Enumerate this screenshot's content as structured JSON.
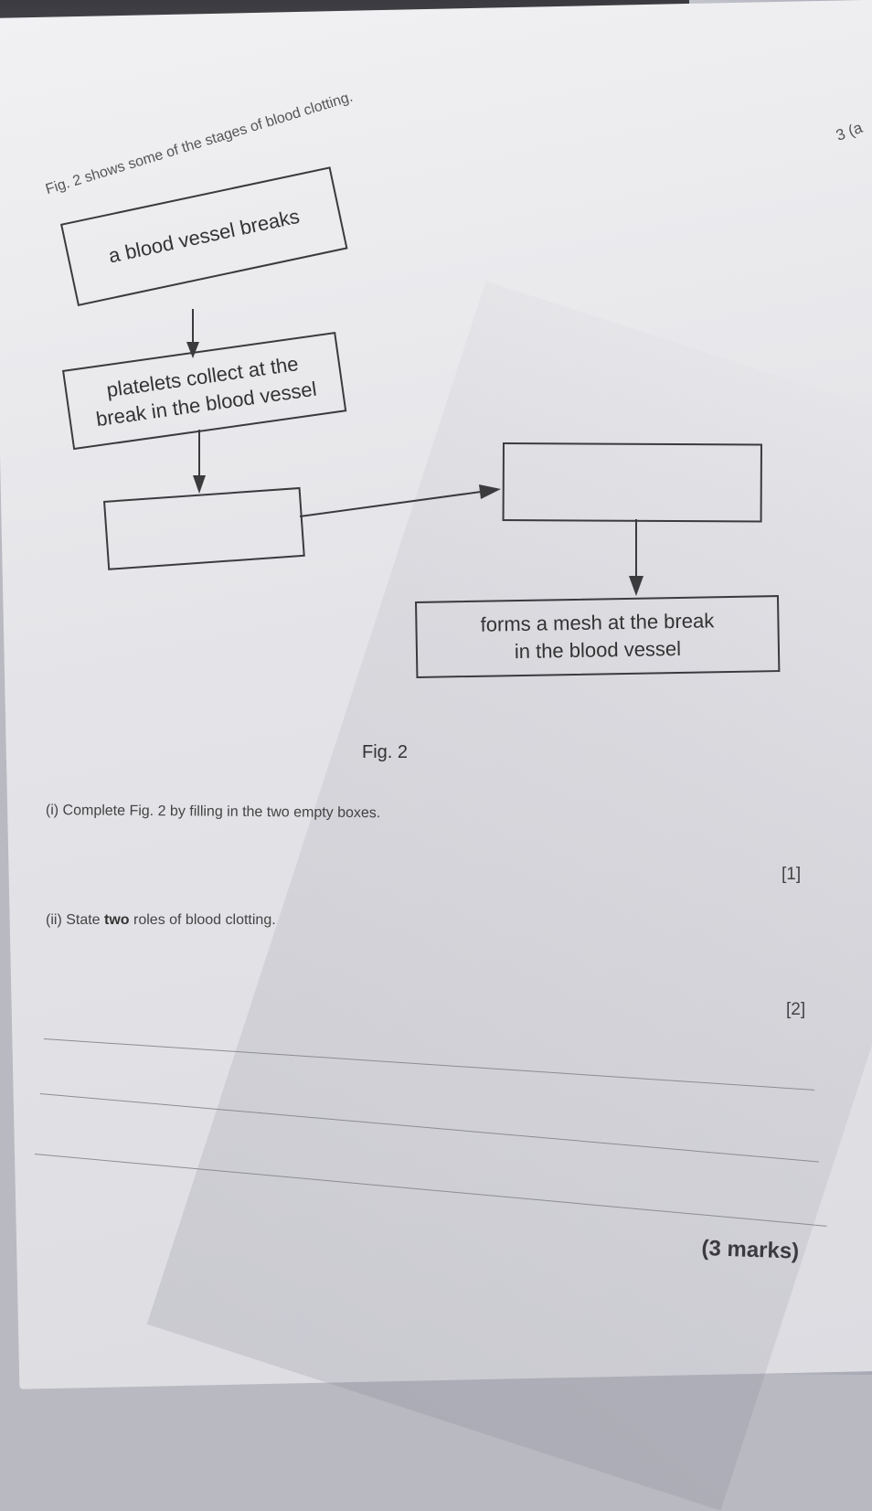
{
  "question_number": "3 (a",
  "intro_text": "Fig. 2 shows some of the stages of blood clotting.",
  "diagram": {
    "box1_text": "a blood vessel breaks",
    "box2_line1": "platelets collect at the",
    "box2_line2": "break in the blood vessel",
    "box3_text": "",
    "box4_text": "",
    "box5_line1": "forms a mesh at the break",
    "box5_line2": "in the blood vessel"
  },
  "figure_label": "Fig. 2",
  "part_i": {
    "text": "(i) Complete Fig. 2 by filling in the two empty boxes.",
    "marks": "[1]"
  },
  "part_ii": {
    "prefix": "(ii) State ",
    "bold_word": "two",
    "suffix": " roles of blood clotting.",
    "marks": "[2]"
  },
  "total_marks": "(3 marks)",
  "colors": {
    "paper": "#e8e8ec",
    "ink": "#333333",
    "box_border": "#3b3b3e"
  }
}
